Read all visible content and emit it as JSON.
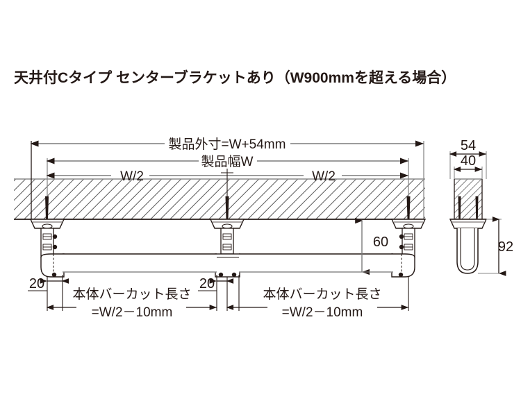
{
  "page": {
    "title": "天井付Cタイプ センターブラケットあり（W900mmを超える場合）",
    "background_color": "#ffffff",
    "ink_color": "#231815",
    "hatch_color": "#595757",
    "dimension_line_color": "#7b7b7b"
  },
  "drawing": {
    "type": "technical-dimension-drawing",
    "views": [
      {
        "name": "front-elevation",
        "description": "正面図 天井付Cタイプ センターブラケットあり"
      },
      {
        "name": "side-section",
        "description": "側面断面図"
      }
    ],
    "dimensions": {
      "overall_width": "製品外寸=W+54mm",
      "product_width": "製品幅W",
      "half_width_left": "W/2",
      "half_width_right": "W/2",
      "drop_height": "60",
      "end_offset_left": "20",
      "end_offset_center": "20",
      "bar_cut_left_line1": "本体バーカット長さ",
      "bar_cut_left_line2": "=W/2－10mm",
      "bar_cut_right_line1": "本体バーカット長さ",
      "bar_cut_right_line2": "=W/2－10mm",
      "side_outer_width": "54",
      "side_inner_width": "40",
      "side_height": "92"
    }
  }
}
